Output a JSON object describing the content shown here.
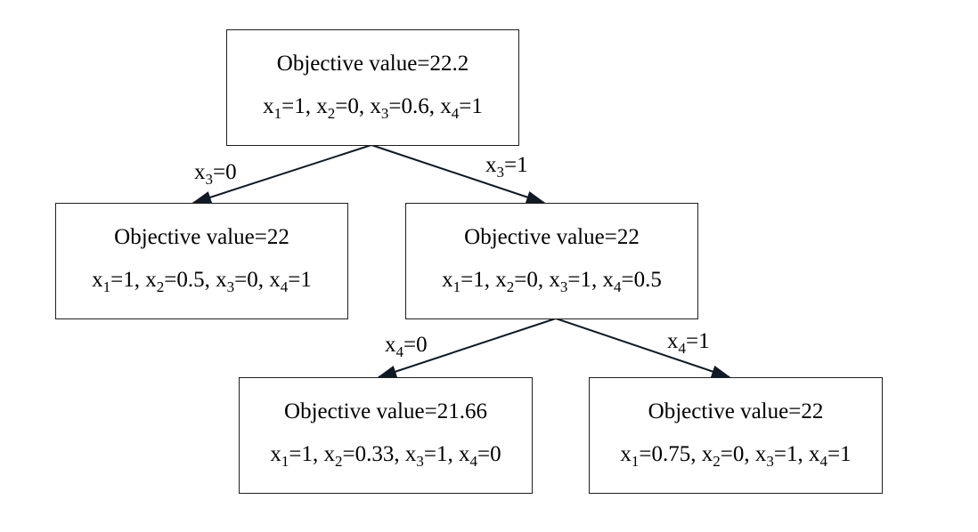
{
  "nodes": [
    {
      "title": "Objective value=22.2",
      "vars": [
        {
          "s": "1",
          "v": "1"
        },
        {
          "s": "2",
          "v": "0"
        },
        {
          "s": "3",
          "v": "0.6"
        },
        {
          "s": "4",
          "v": "1"
        }
      ]
    },
    {
      "title": "Objective value=22",
      "vars": [
        {
          "s": "1",
          "v": "1"
        },
        {
          "s": "2",
          "v": "0.5"
        },
        {
          "s": "3",
          "v": "0"
        },
        {
          "s": "4",
          "v": "1"
        }
      ]
    },
    {
      "title": "Objective value=22",
      "vars": [
        {
          "s": "1",
          "v": "1"
        },
        {
          "s": "2",
          "v": "0"
        },
        {
          "s": "3",
          "v": "1"
        },
        {
          "s": "4",
          "v": "0.5"
        }
      ]
    },
    {
      "title": "Objective value=21.66",
      "vars": [
        {
          "s": "1",
          "v": "1"
        },
        {
          "s": "2",
          "v": "0.33"
        },
        {
          "s": "3",
          "v": "1"
        },
        {
          "s": "4",
          "v": "0"
        }
      ]
    },
    {
      "title": "Objective value=22",
      "vars": [
        {
          "s": "1",
          "v": "0.75"
        },
        {
          "s": "2",
          "v": "0"
        },
        {
          "s": "3",
          "v": "1"
        },
        {
          "s": "4",
          "v": "1"
        }
      ]
    }
  ],
  "edges": [
    {
      "from": 0,
      "to": 1,
      "s": "3",
      "v": "0"
    },
    {
      "from": 0,
      "to": 2,
      "s": "3",
      "v": "1"
    },
    {
      "from": 2,
      "to": 3,
      "s": "4",
      "v": "0"
    },
    {
      "from": 2,
      "to": 4,
      "s": "4",
      "v": "1"
    }
  ],
  "var_symbol": "x",
  "line_color": "#0f1a24"
}
